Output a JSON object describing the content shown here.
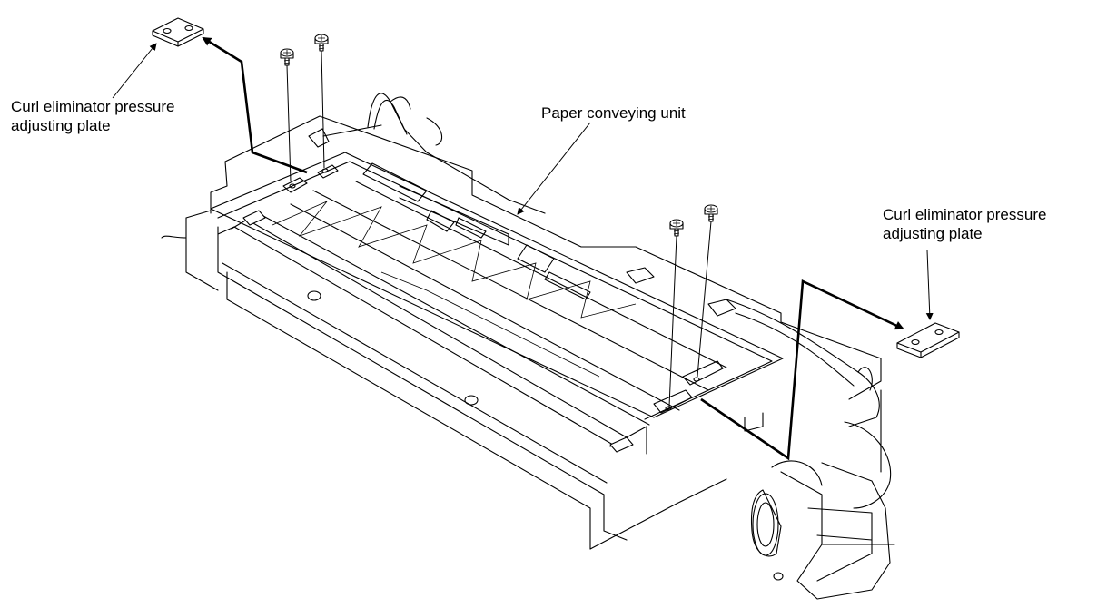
{
  "labels": {
    "left_plate_line1": "Curl eliminator pressure",
    "left_plate_line2": "adjusting plate",
    "right_plate_line1": "Curl eliminator pressure",
    "right_plate_line2": "adjusting plate",
    "unit": "Paper conveying unit"
  }
}
